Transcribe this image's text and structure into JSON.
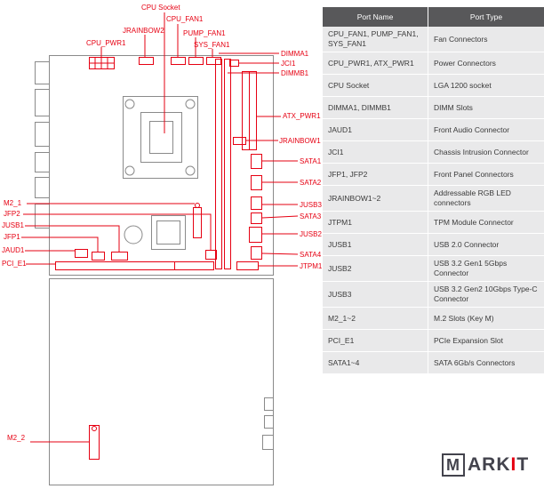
{
  "diagram": {
    "labels": {
      "cpu_socket": "CPU Socket",
      "cpu_fan1": "CPU_FAN1",
      "jrainbow2": "JRAINBOW2",
      "pump_fan1": "PUMP_FAN1",
      "cpu_pwr1": "CPU_PWR1",
      "sys_fan1": "SYS_FAN1",
      "dimma1": "DIMMA1",
      "jci1": "JCI1",
      "dimmb1": "DIMMB1",
      "atx_pwr1": "ATX_PWR1",
      "jrainbow1": "JRAINBOW1",
      "sata1": "SATA1",
      "sata2": "SATA2",
      "jusb3": "JUSB3",
      "sata3": "SATA3",
      "jusb2": "JUSB2",
      "sata4": "SATA4",
      "jtpm1": "JTPM1",
      "m2_1": "M2_1",
      "jfp2": "JFP2",
      "jusb1": "JUSB1",
      "jfp1": "JFP1",
      "jaud1": "JAUD1",
      "pci_e1": "PCI_E1",
      "m2_2": "M2_2"
    },
    "accent_color": "#e60012"
  },
  "table": {
    "headers": [
      "Port Name",
      "Port Type"
    ],
    "rows": [
      {
        "name": "CPU_FAN1, PUMP_FAN1, SYS_FAN1",
        "type": "Fan Connectors"
      },
      {
        "name": "CPU_PWR1, ATX_PWR1",
        "type": "Power Connectors"
      },
      {
        "name": "CPU Socket",
        "type": "LGA 1200 socket"
      },
      {
        "name": "DIMMA1, DIMMB1",
        "type": "DIMM Slots"
      },
      {
        "name": "JAUD1",
        "type": "Front Audio Connector"
      },
      {
        "name": "JCI1",
        "type": "Chassis Intrusion Connector"
      },
      {
        "name": "JFP1, JFP2",
        "type": "Front Panel Connectors"
      },
      {
        "name": "JRAINBOW1~2",
        "type": "Addressable RGB LED connectors"
      },
      {
        "name": "JTPM1",
        "type": "TPM Module Connector"
      },
      {
        "name": "JUSB1",
        "type": "USB 2.0 Connector"
      },
      {
        "name": "JUSB2",
        "type": "USB 3.2 Gen1 5Gbps Connector"
      },
      {
        "name": "JUSB3",
        "type": "USB 3.2 Gen2 10Gbps Type-C Connector"
      },
      {
        "name": "M2_1~2",
        "type": "M.2 Slots (Key M)"
      },
      {
        "name": "PCI_E1",
        "type": "PCIe Expansion Slot"
      },
      {
        "name": "SATA1~4",
        "type": "SATA 6Gb/s Connectors"
      }
    ],
    "header_bg": "#58585a",
    "row_bg": "#e9e9ea"
  },
  "logo": {
    "boxed": "M",
    "part1": "ARK",
    "accent": "I",
    "part2": "T"
  }
}
